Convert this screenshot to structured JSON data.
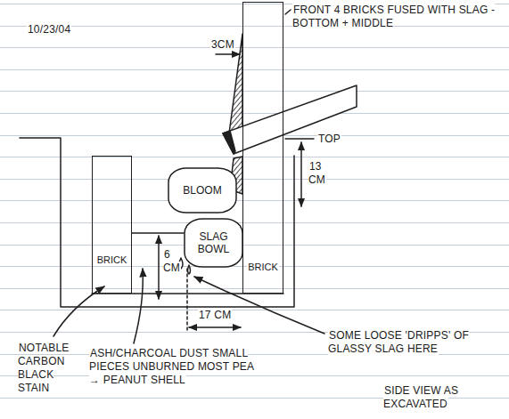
{
  "diagram": {
    "nodes": [
      {
        "text": [
          "BLOOM"
        ]
      },
      {
        "text": [
          "BRICK"
        ]
      },
      {
        "text": [
          "SLAG BOWL"
        ]
      },
      {
        "text": [
          "BRICK"
        ]
      }
    ],
    "labels": [
      "10/23/04",
      "FRONT 4 BRICKS FUSED WITH SLAG - BOTTOM + MIDDLE",
      "3CM",
      "TOP",
      "13 CM",
      "6 CM",
      "17 CM",
      "NOTABLE CARBON BLACK STAIN",
      "ASH/CHARCOAL DUST SMALL PIECES UNBURNED MOST PEA → PEANUT SHELL",
      "SOME LOOSE 'DRIPPS' OF GLASSY SLAG HERE",
      "SIDE VIEW AS EXCAVATED"
    ]
  }
}
